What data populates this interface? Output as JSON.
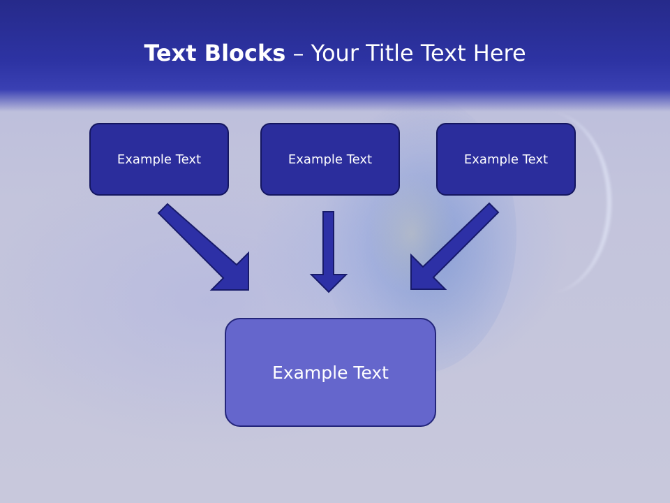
{
  "title": {
    "bold": "Text Blocks",
    "separator": " – ",
    "rest": "Your Title Text Here"
  },
  "blocks": [
    {
      "label": "Example Text"
    },
    {
      "label": "Example Text"
    },
    {
      "label": "Example Text"
    }
  ],
  "target": {
    "label": "Example Text"
  },
  "colors": {
    "header": "#2d33a3",
    "small_box": "#2b2d9c",
    "large_box": "#6566cc",
    "arrow": "#2d30a6"
  }
}
